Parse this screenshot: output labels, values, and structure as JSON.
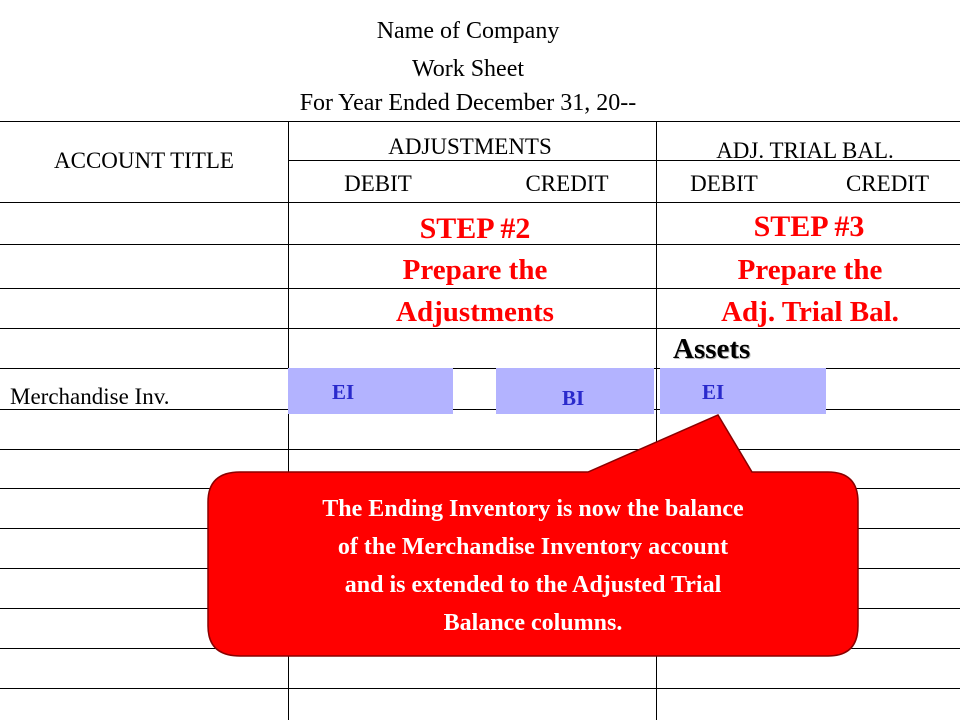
{
  "header": {
    "company": "Name of Company",
    "sheet": "Work Sheet",
    "period": "For Year Ended December 31, 20--"
  },
  "columns": {
    "account_title": "ACCOUNT TITLE",
    "adjustments": "ADJUSTMENTS",
    "adj_trial_bal": "ADJ. TRIAL BAL.",
    "debit": "DEBIT",
    "credit": "CREDIT"
  },
  "steps": {
    "step2": {
      "label": "STEP #2",
      "line1": "Prepare the",
      "line2": "Adjustments"
    },
    "step3": {
      "label": "STEP #3",
      "line1": "Prepare the",
      "line2": "Adj. Trial Bal."
    }
  },
  "section_label": "Assets",
  "row": {
    "account": "Merchandise Inv.",
    "adj_debit": "EI",
    "adj_credit": "BI",
    "atb_debit": "EI"
  },
  "callout": {
    "lines": [
      "The Ending  Inventory is now the balance",
      "of  the Merchandise Inventory account",
      "and is extended to the Adjusted Trial",
      "Balance columns."
    ]
  },
  "colors": {
    "callout_fill": "#ff0000",
    "step_text": "#ff0000",
    "box_fill": "#b3b3ff",
    "box_text": "#2a2acc"
  }
}
